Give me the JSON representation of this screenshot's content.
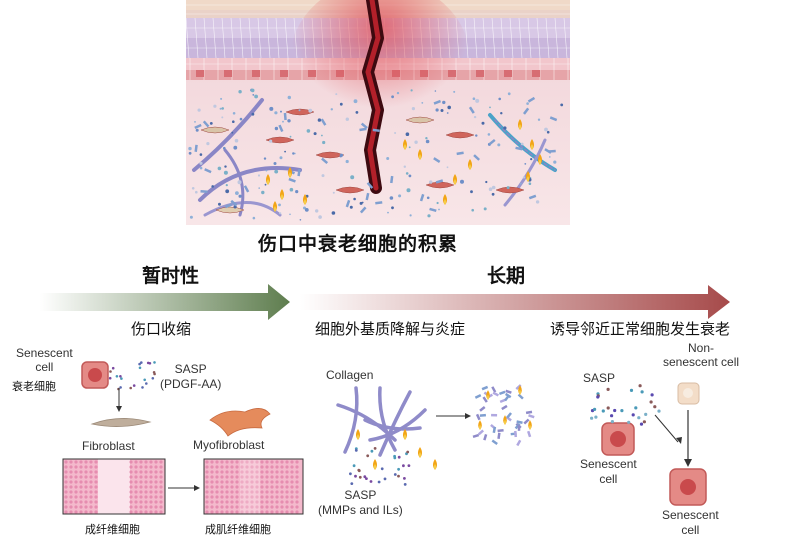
{
  "main_title": "伤口中衰老细胞的积累",
  "timeline": {
    "short_term": "暂时性",
    "long_term": "长期"
  },
  "panels": {
    "wound_contraction": {
      "heading": "伤口收缩",
      "senescent_label": "Senescent\ncell",
      "senescent_cn": "衰老细胞",
      "sasp": "SASP\n(PDGF-AA)",
      "fibroblast": "Fibroblast",
      "myofibroblast": "Myofibroblast",
      "fibroblast_cn": "成纤维细胞",
      "myofibroblast_cn": "成肌纤维细胞"
    },
    "ecm_degradation": {
      "heading": "细胞外基质降解与炎症",
      "collagen": "Collagen",
      "sasp": "SASP\n(MMPs and ILs)"
    },
    "paracrine": {
      "heading": "诱导邻近正常细胞发生衰老",
      "sasp": "SASP",
      "non_senescent": "Non-\nsenescent cell",
      "senescent_1": "Senescent\ncell",
      "senescent_2": "Senescent\ncell"
    }
  }
}
